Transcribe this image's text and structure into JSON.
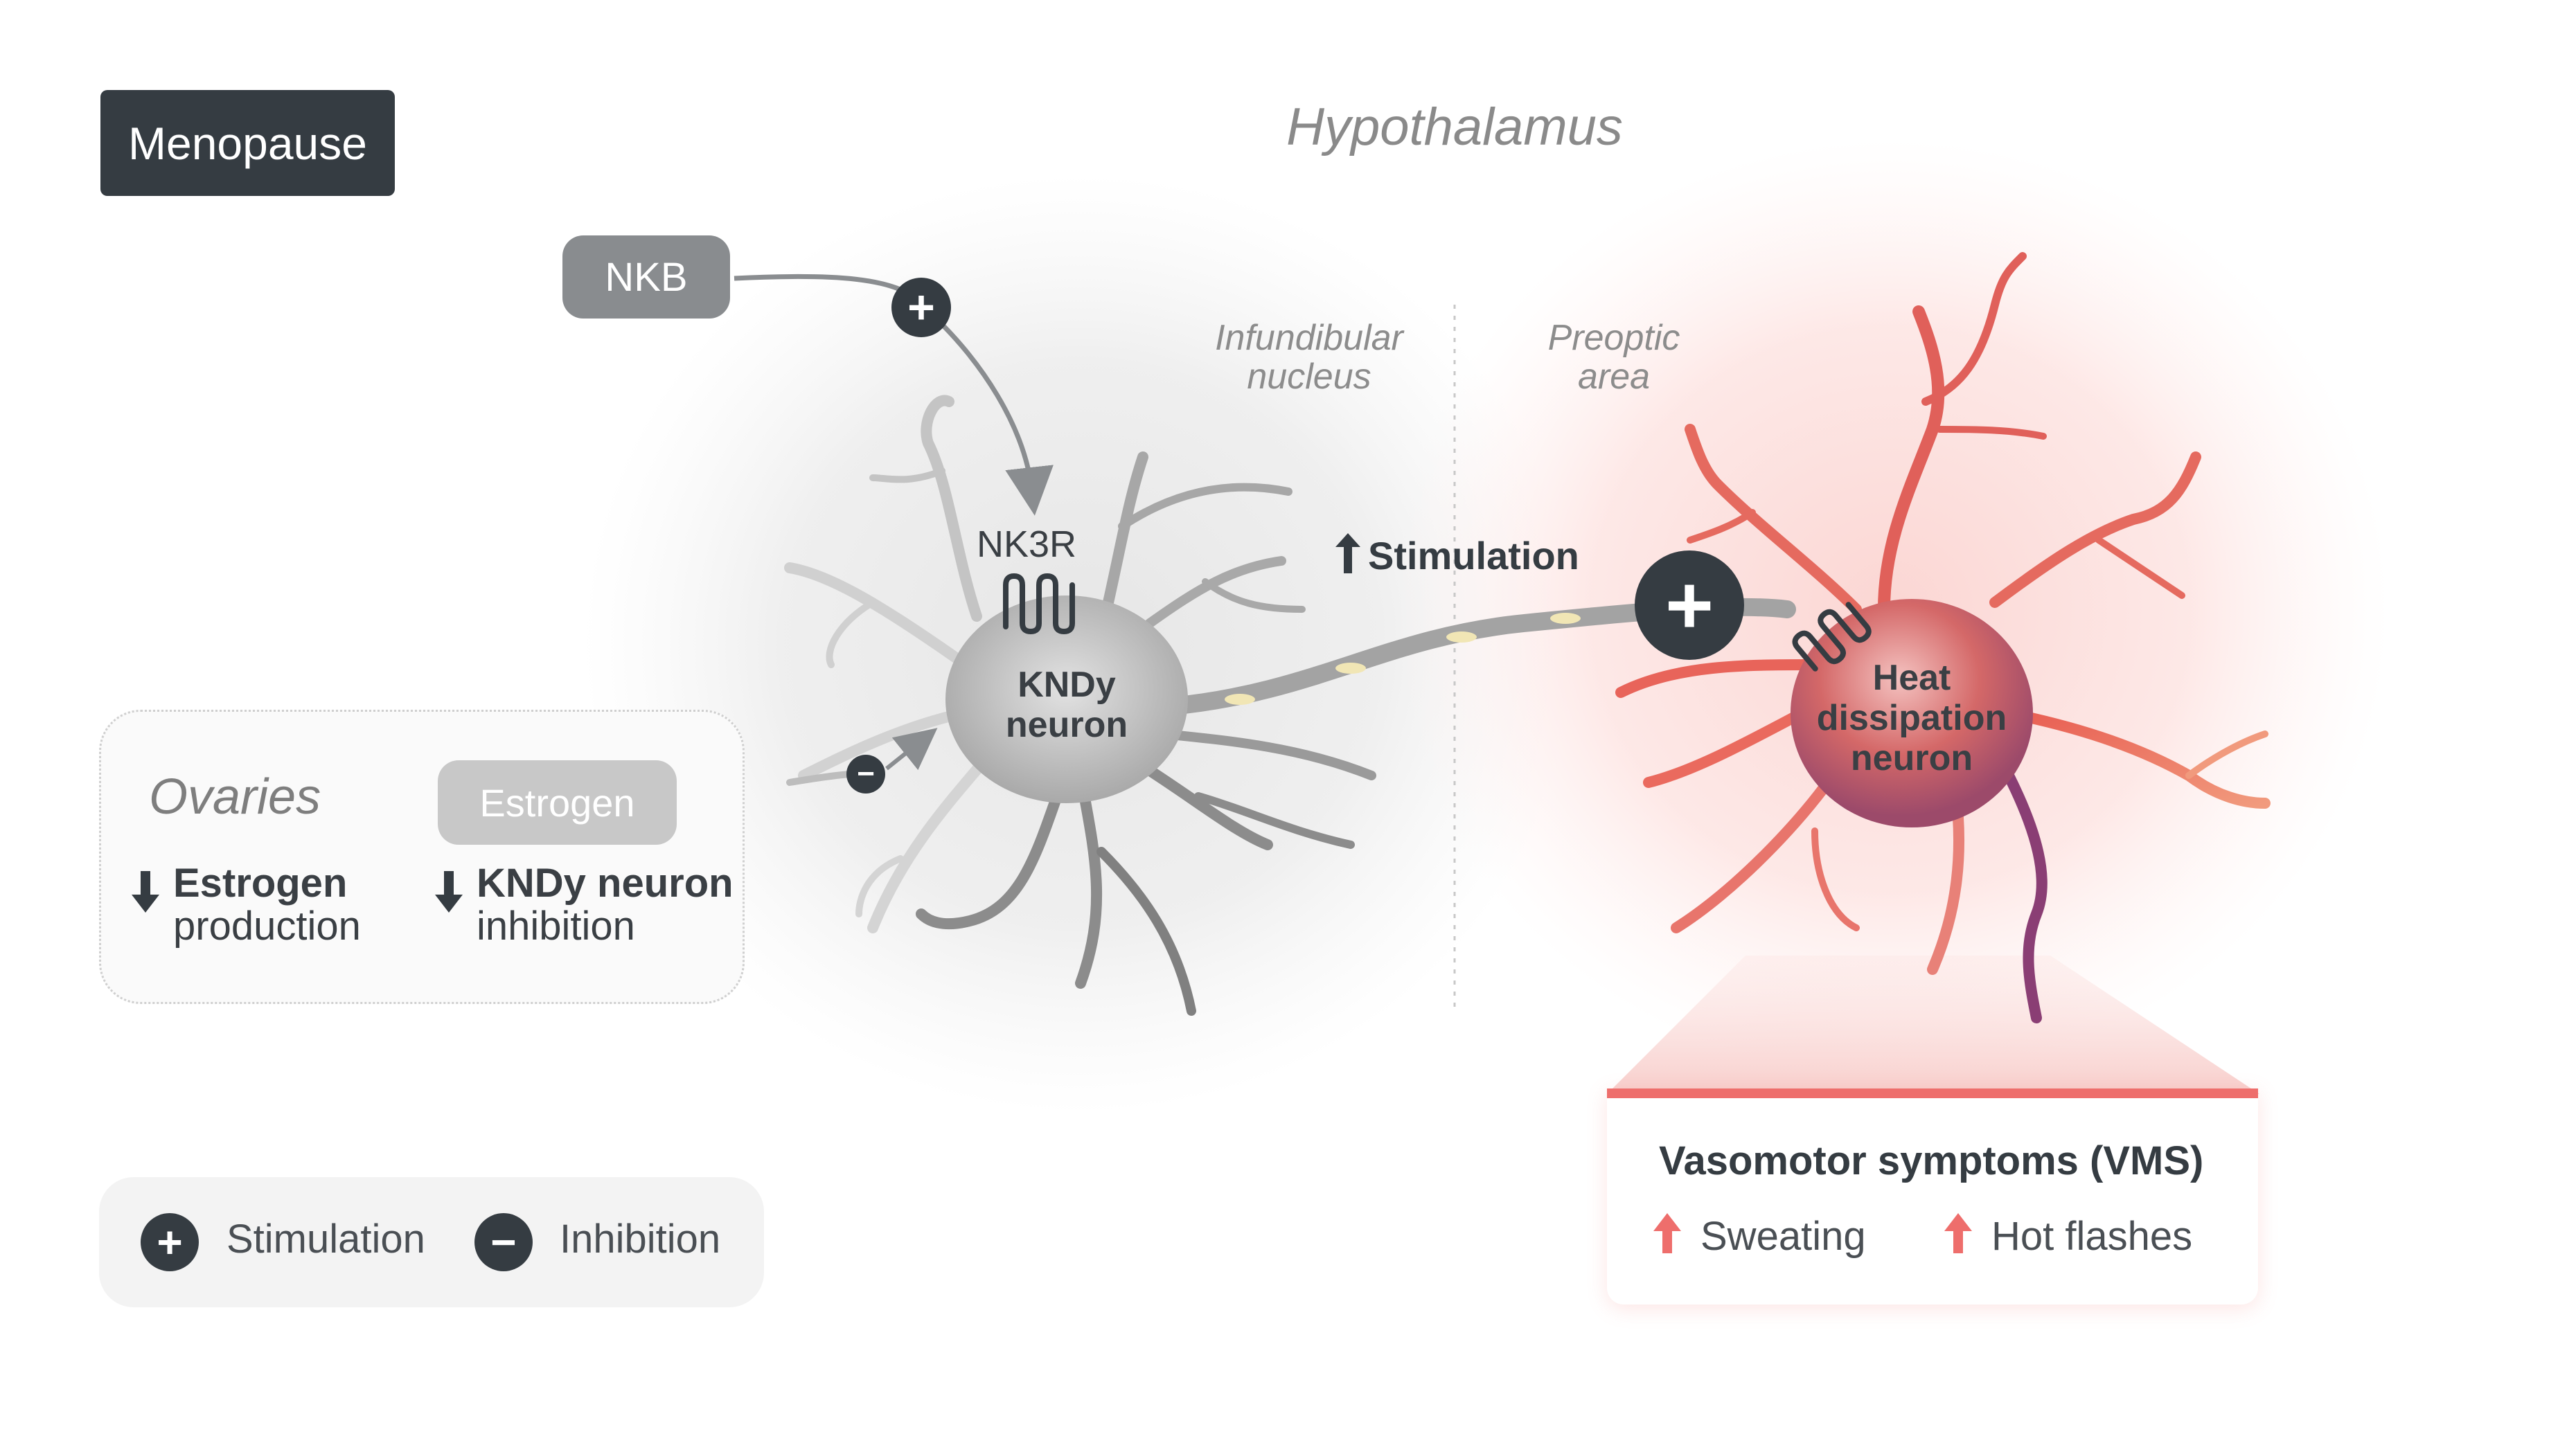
{
  "header": {
    "badge": "Menopause"
  },
  "diagram": {
    "region_title": "Hypothalamus",
    "nkb_label": "NKB",
    "infundibular_label_line1": "Infundibular",
    "infundibular_label_line2": "nucleus",
    "preoptic_label_line1": "Preoptic",
    "preoptic_label_line2": "area",
    "receptor_label": "NK3R",
    "kndy_label_line1": "KNDy",
    "kndy_label_line2": "neuron",
    "heat_label_line1": "Heat",
    "heat_label_line2": "dissipation",
    "heat_label_line3": "neuron",
    "stimulation_label": "Stimulation"
  },
  "ovaries_panel": {
    "source_label": "Ovaries",
    "hormone_label": "Estrogen",
    "effect1_bold": "Estrogen",
    "effect1_rest": "production",
    "effect2_bold": "KNDy neuron",
    "effect2_rest": "inhibition"
  },
  "legend": {
    "stimulation_label": "Stimulation",
    "inhibition_label": "Inhibition"
  },
  "vms_panel": {
    "title": "Vasomotor symptoms (VMS)",
    "item1": "Sweating",
    "item2": "Hot flashes"
  },
  "colors": {
    "dark": "#353c42",
    "accent_red": "#ee6e6c",
    "neuron_grey": "#9a9a9a",
    "neuron_red": "#e36a63"
  },
  "icons": {
    "plus": "plus-circle-icon",
    "minus": "minus-circle-icon",
    "down": "down-arrow-icon",
    "up": "up-arrow-icon",
    "receptor": "receptor-coil-icon"
  }
}
